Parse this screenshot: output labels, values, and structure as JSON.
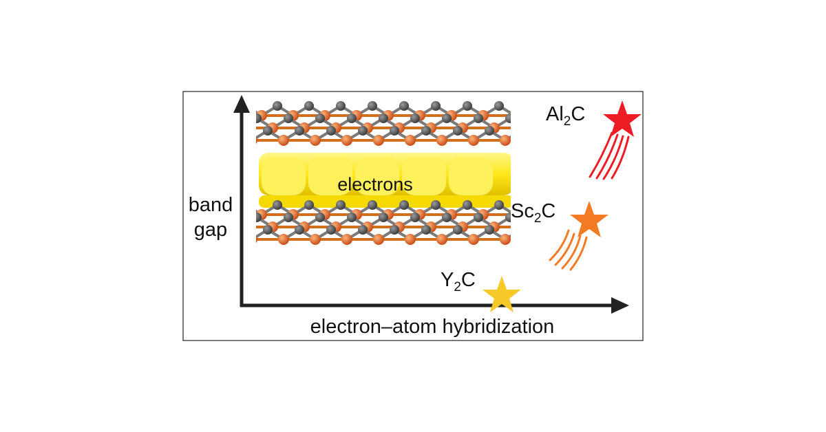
{
  "labels": {
    "y_axis_line1": "band",
    "y_axis_line2": "gap",
    "x_axis": "electron–atom hybridization",
    "structure": "electrons"
  },
  "materials": [
    {
      "base": "Al",
      "sub": "2",
      "tail": "C",
      "color": "#ee1c24"
    },
    {
      "base": "Sc",
      "sub": "2",
      "tail": "C",
      "color": "#f47a24"
    },
    {
      "base": "Y",
      "sub": "2",
      "tail": "C",
      "color": "#f7c928"
    }
  ],
  "colors": {
    "axis": "#222222",
    "frame": "#222222",
    "atom_orange": "#e06a28",
    "atom_gray": "#5a5a5a",
    "electron_yellow": "#ffee1a"
  }
}
